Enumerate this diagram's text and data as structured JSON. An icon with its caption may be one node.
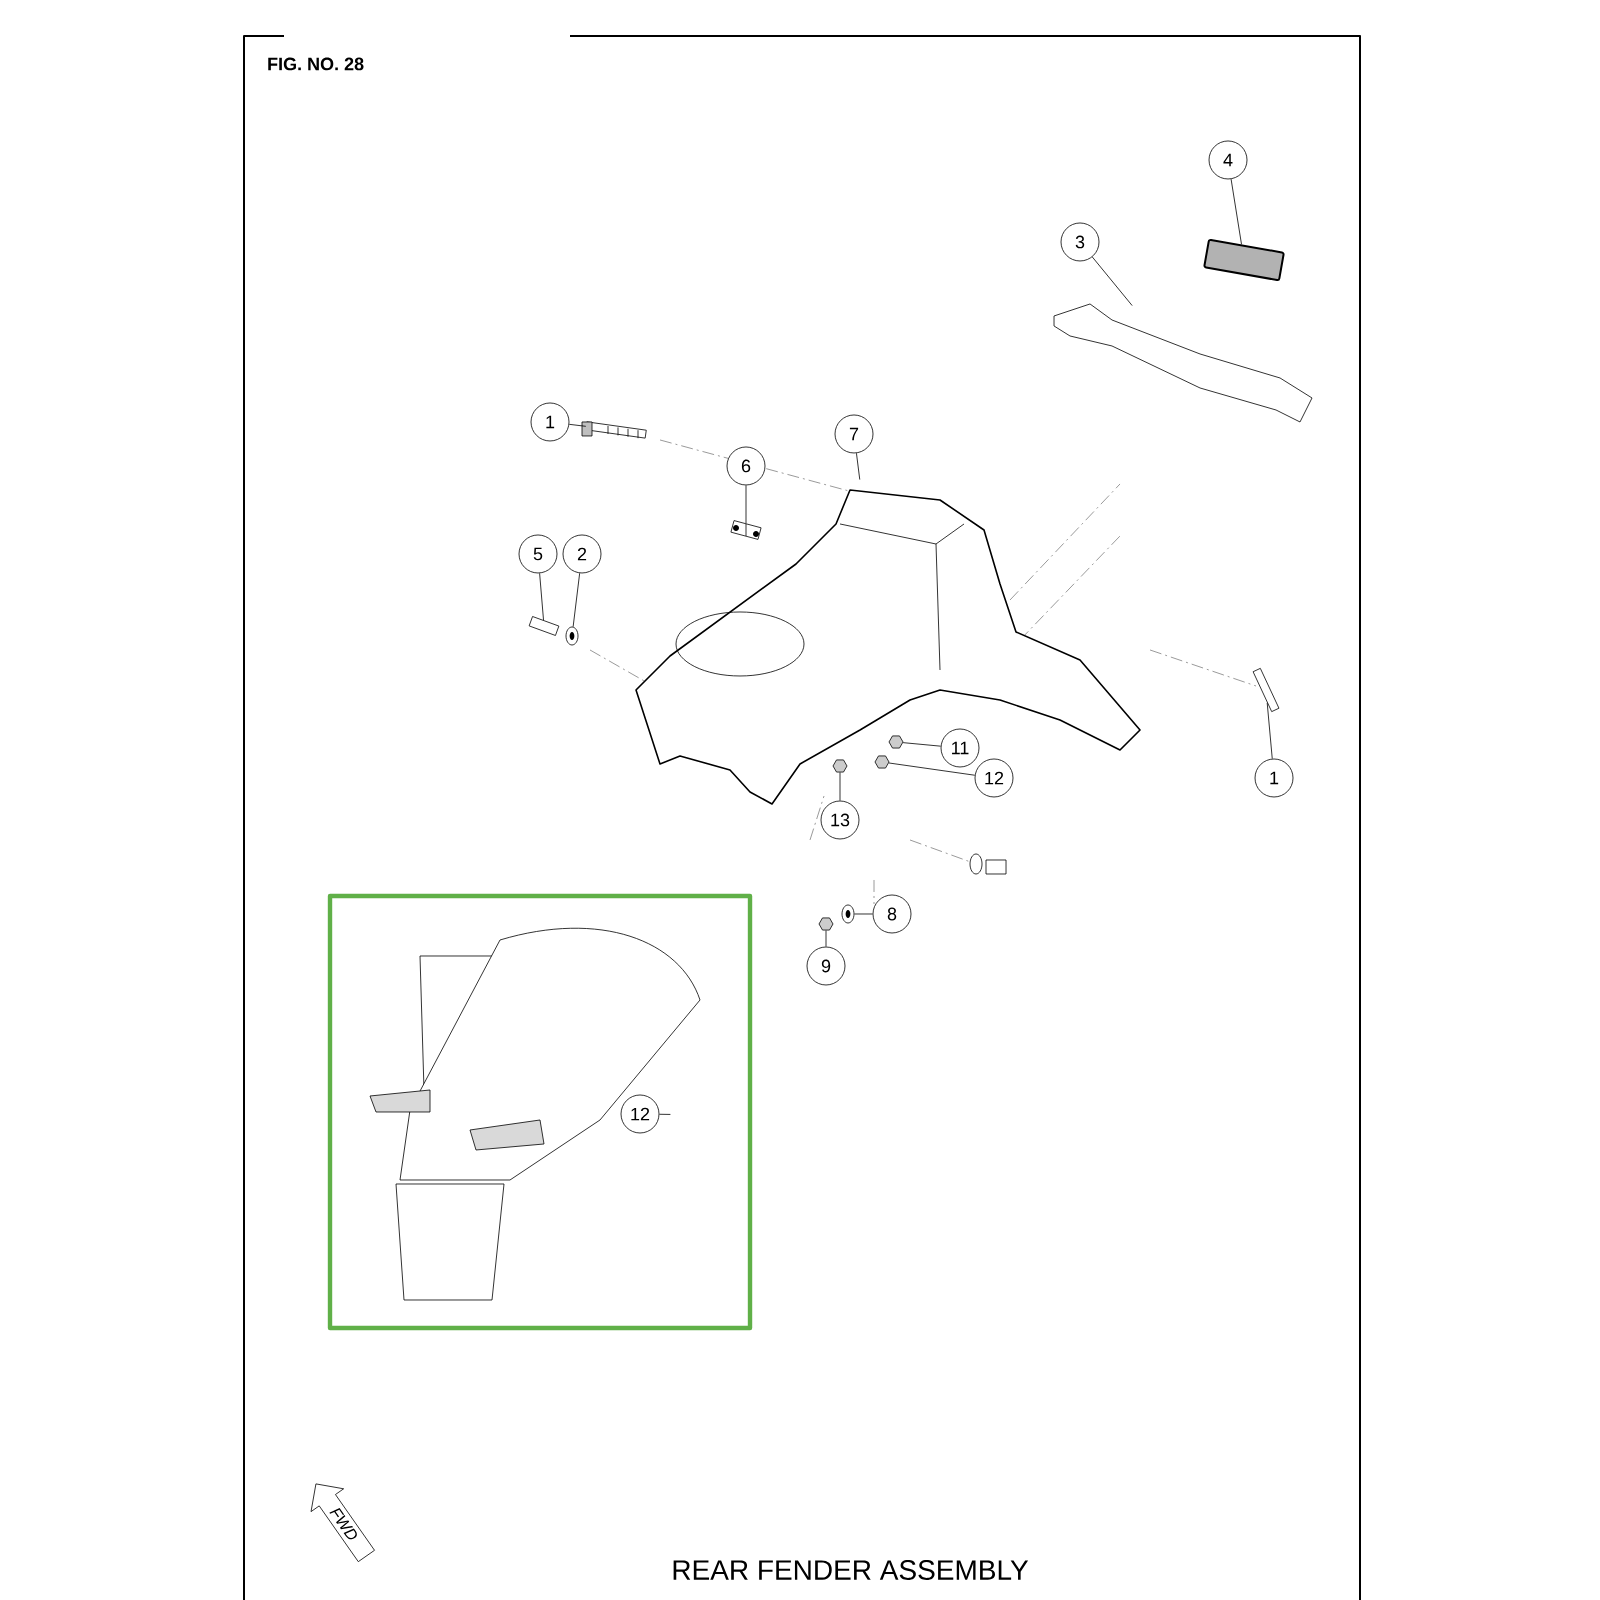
{
  "diagram": {
    "title": "REAR FENDER ASSEMBLY",
    "nodes": [
      {
        "text": [
          "1"
        ]
      },
      {
        "text": [],
        "shape": "picture"
      },
      {
        "text": [
          "6"
        ]
      },
      {
        "text": [],
        "shape": "picture"
      },
      {
        "text": [
          "7"
        ]
      },
      {
        "text": [],
        "shape": "picture"
      },
      {
        "text": [
          "5"
        ]
      },
      {
        "text": [
          "2"
        ]
      },
      {
        "text": [],
        "shape": "picture"
      },
      {
        "text": [],
        "shape": "picture"
      },
      {
        "text": [
          "3"
        ]
      },
      {
        "text": [],
        "shape": "picture"
      },
      {
        "text": [
          "4"
        ]
      },
      {
        "text": [],
        "shape": "picture"
      },
      {
        "text": [
          "1"
        ]
      },
      {
        "text": [],
        "shape": "picture"
      },
      {
        "text": [
          "11"
        ]
      },
      {
        "text": [],
        "shape": "picture"
      },
      {
        "text": [
          "12"
        ]
      },
      {
        "text": [],
        "shape": "picture"
      },
      {
        "text": [
          "13"
        ]
      },
      {
        "text": [],
        "shape": "picture"
      },
      {
        "text": [
          "8"
        ]
      },
      {
        "text": [],
        "shape": "picture"
      },
      {
        "text": [
          "9"
        ]
      },
      {
        "text": [],
        "shape": "picture"
      },
      {
        "text": [],
        "shape": "box"
      },
      {
        "text": [],
        "shape": "picture",
        "in": 26
      },
      {
        "text": [
          "12"
        ],
        "in": 26
      }
    ],
    "edges": [
      {
        "from": 0,
        "to": 1,
        "arrow": "none"
      },
      {
        "from": 2,
        "to": 3,
        "arrow": "none"
      },
      {
        "from": 4,
        "to": 5,
        "arrow": "none"
      },
      {
        "from": 6,
        "to": 8,
        "arrow": "none"
      },
      {
        "from": 7,
        "to": 9,
        "arrow": "none"
      },
      {
        "from": 10,
        "to": 11,
        "arrow": "none"
      },
      {
        "from": 12,
        "to": 13,
        "arrow": "none"
      },
      {
        "from": 14,
        "to": 15,
        "arrow": "none"
      },
      {
        "from": 16,
        "to": 17,
        "arrow": "none"
      },
      {
        "from": 18,
        "to": 19,
        "arrow": "none"
      },
      {
        "from": 20,
        "to": 21,
        "arrow": "none"
      },
      {
        "from": 22,
        "to": 23,
        "arrow": "none"
      },
      {
        "from": 24,
        "to": 25,
        "arrow": "none"
      },
      {
        "from": 28,
        "to": 27,
        "arrow": "none"
      }
    ],
    "labels": [
      "FIG. NO. 28",
      "FWD"
    ]
  }
}
